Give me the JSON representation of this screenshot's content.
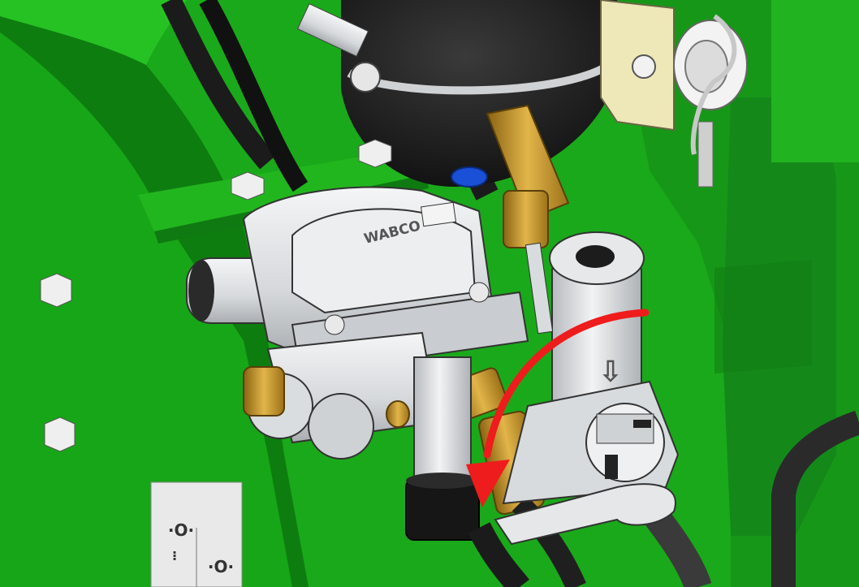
{
  "image": {
    "subject": "CAD rendering of a trailer brake valve assembly on a green chassis frame",
    "colors": {
      "frame_green": "#22b61e",
      "frame_green_dark": "#138a12",
      "valve_silver": "#d9dcdf",
      "brass": "#c99a2e",
      "hose_black": "#1b1b1b",
      "arrow_red": "#ee1c1c",
      "blue_ring": "#1a4fd8",
      "bracket_cream": "#eee7b8"
    }
  },
  "valve_body": {
    "brand_marking": "WABCO"
  },
  "decal": {
    "symbol_top": "·O·",
    "symbol_bottom": "·O·"
  },
  "rotation_arrow": {
    "color": "#ee1c1c",
    "direction": "counter-clockwise",
    "meaning": "turn lever down"
  },
  "flow_arrow": {
    "direction": "down",
    "glyph": "⇩"
  }
}
